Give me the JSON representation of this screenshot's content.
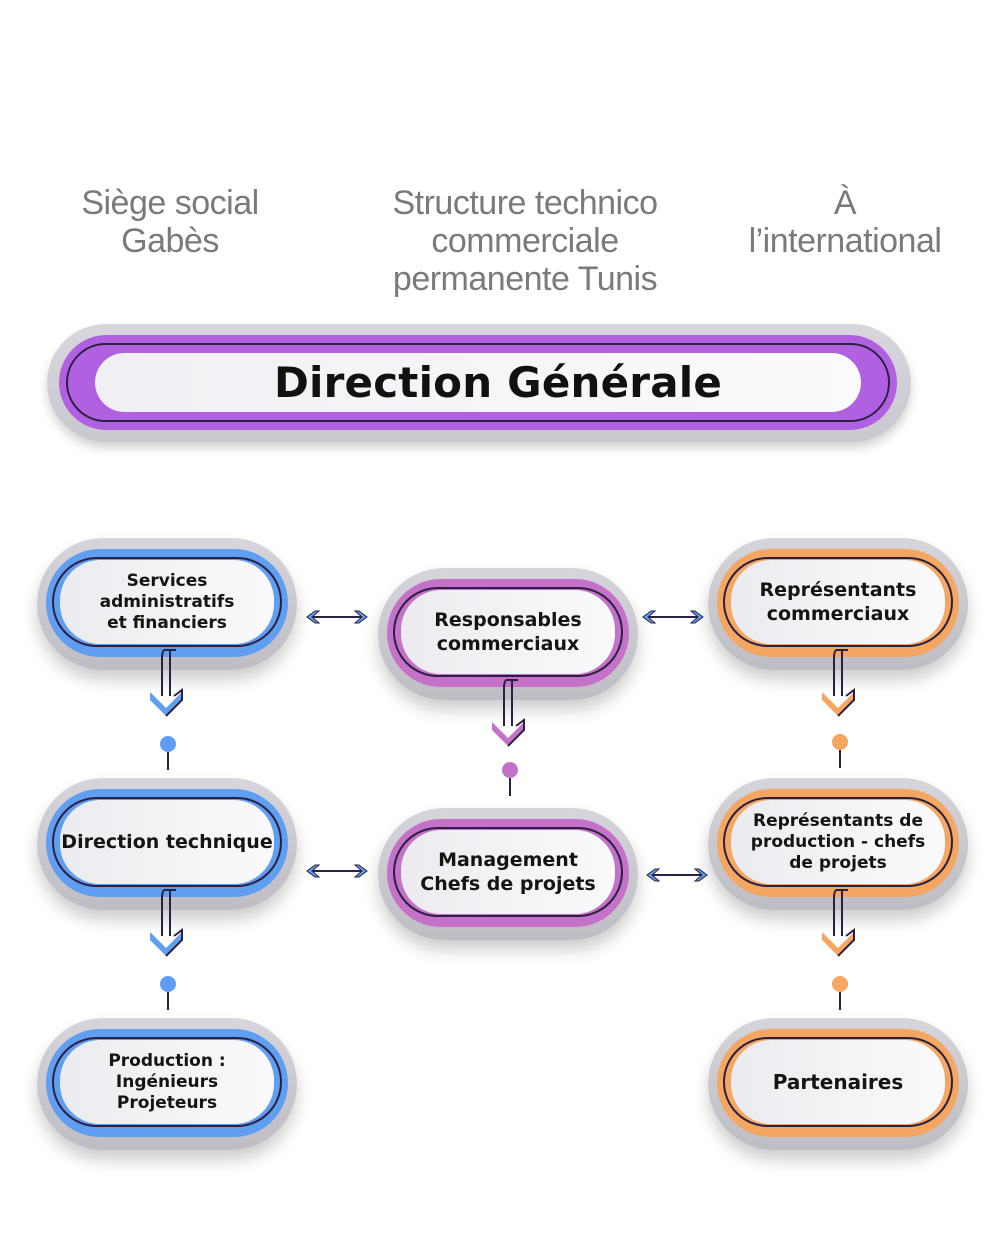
{
  "columns": [
    {
      "id": "siege",
      "lines": [
        "Siège social",
        "Gabès"
      ]
    },
    {
      "id": "tunis",
      "lines": [
        "Structure technico",
        "commerciale",
        "permanente Tunis"
      ]
    },
    {
      "id": "international",
      "lines": [
        "À",
        "l’international"
      ]
    }
  ],
  "banner": {
    "title": "Direction Générale",
    "color": "#b060e0"
  },
  "colors": {
    "blue": "#5f9ef0",
    "purple": "#c571c9",
    "orange": "#f4a662",
    "outline": "#2a2140",
    "frame": "#cfced5"
  },
  "nodes": {
    "services": {
      "lines": [
        "Services",
        "administratifs",
        "et financiers"
      ]
    },
    "direction_technique": {
      "lines": [
        "Direction technique"
      ]
    },
    "production": {
      "lines": [
        "Production :",
        "Ingénieurs",
        "Projeteurs"
      ]
    },
    "responsables": {
      "lines": [
        "Responsables",
        "commerciaux"
      ]
    },
    "management": {
      "lines": [
        "Management",
        "Chefs de projets"
      ]
    },
    "representants_commerciaux": {
      "lines": [
        "Représentants",
        "commerciaux"
      ]
    },
    "representants_production": {
      "lines": [
        "Représentants de",
        "production - chefs",
        "de projets"
      ]
    },
    "partenaires": {
      "lines": [
        "Partenaires"
      ]
    }
  },
  "connections": [
    {
      "from": "services",
      "to": "direction_technique",
      "type": "down-arrow"
    },
    {
      "from": "direction_technique",
      "to": "production",
      "type": "down-arrow"
    },
    {
      "from": "responsables",
      "to": "management",
      "type": "down-arrow"
    },
    {
      "from": "representants_commerciaux",
      "to": "representants_production",
      "type": "down-arrow"
    },
    {
      "from": "representants_production",
      "to": "partenaires",
      "type": "down-arrow"
    },
    {
      "from": "services",
      "to": "responsables",
      "type": "bidirectional"
    },
    {
      "from": "responsables",
      "to": "representants_commerciaux",
      "type": "bidirectional"
    },
    {
      "from": "direction_technique",
      "to": "management",
      "type": "bidirectional"
    },
    {
      "from": "management",
      "to": "representants_production",
      "type": "bidirectional"
    }
  ]
}
